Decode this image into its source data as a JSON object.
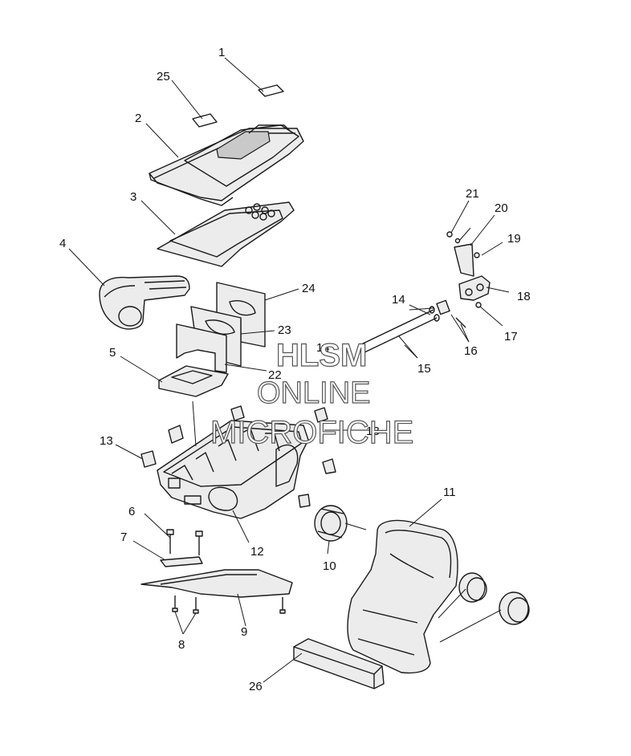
{
  "watermark": {
    "line1": "HLSM",
    "line2": "ONLINE",
    "line3": "MICROFICHE"
  },
  "callouts": {
    "c1": "1",
    "c2": "2",
    "c3": "3",
    "c4": "4",
    "c5": "5",
    "c6": "6",
    "c7": "7",
    "c8": "8",
    "c9": "9",
    "c10": "10",
    "c11": "11",
    "c12": "12",
    "c13a": "13",
    "c13b": "13",
    "c14a": "14",
    "c14b": "14",
    "c15": "15",
    "c16": "16",
    "c17": "17",
    "c18": "18",
    "c19": "19",
    "c20": "20",
    "c21": "21",
    "c22": "22",
    "c23": "23",
    "c24": "24",
    "c25": "25",
    "c26": "26"
  }
}
